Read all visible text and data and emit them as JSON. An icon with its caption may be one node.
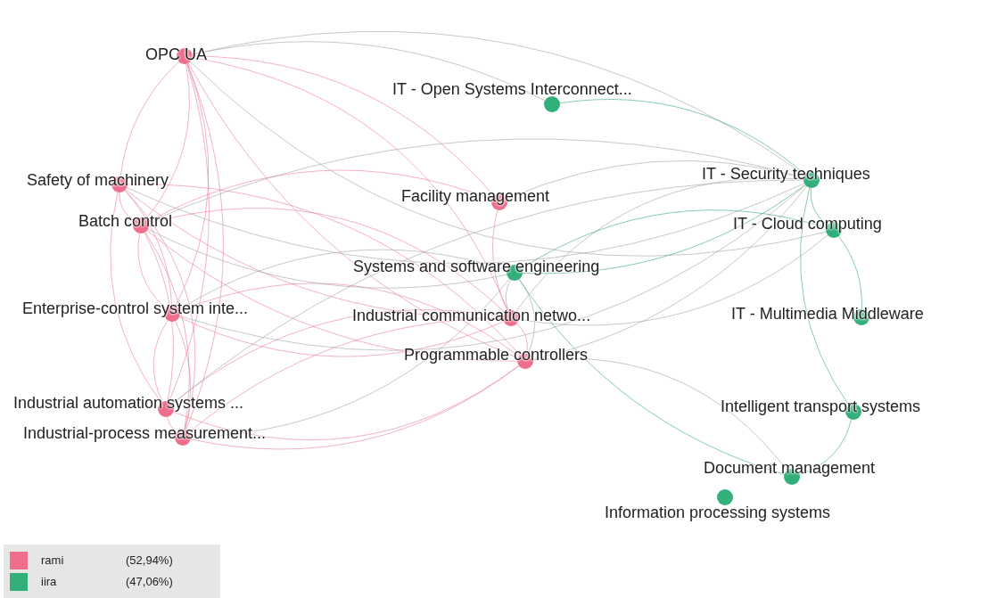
{
  "diagram": {
    "nodes": [
      {
        "text": [
          "OPC UA"
        ]
      },
      {
        "text": [
          "IT - Open Systems Interconnect..."
        ]
      },
      {
        "text": [
          "Safety of machinery"
        ]
      },
      {
        "text": [
          "Facility management"
        ]
      },
      {
        "text": [
          "IT - Security techniques"
        ]
      },
      {
        "text": [
          "Batch control"
        ]
      },
      {
        "text": [
          "IT - Cloud computing"
        ]
      },
      {
        "text": [
          "Systems and software engineering"
        ]
      },
      {
        "text": [
          "Enterprise-control system inte..."
        ]
      },
      {
        "text": [
          "Industrial communication netwo..."
        ]
      },
      {
        "text": [
          "IT - Multimedia Middleware"
        ]
      },
      {
        "text": [
          "Programmable controllers"
        ]
      },
      {
        "text": [
          "Intelligent transport systems"
        ]
      },
      {
        "text": [
          "Industrial automation systems ..."
        ]
      },
      {
        "text": [
          "Industrial-process measurement..."
        ]
      },
      {
        "text": [
          "Document management"
        ]
      },
      {
        "text": [
          "Information processing systems"
        ]
      }
    ],
    "edges": [
      {
        "from": 0,
        "to": 2,
        "arrow": "none"
      },
      {
        "from": 0,
        "to": 5,
        "arrow": "none"
      },
      {
        "from": 0,
        "to": 8,
        "arrow": "none"
      },
      {
        "from": 0,
        "to": 13,
        "arrow": "none"
      },
      {
        "from": 0,
        "to": 14,
        "arrow": "none"
      },
      {
        "from": 0,
        "to": 9,
        "arrow": "none"
      },
      {
        "from": 0,
        "to": 11,
        "arrow": "none"
      },
      {
        "from": 0,
        "to": 3,
        "arrow": "none"
      },
      {
        "from": 2,
        "to": 5,
        "arrow": "none"
      },
      {
        "from": 2,
        "to": 8,
        "arrow": "none"
      },
      {
        "from": 2,
        "to": 13,
        "arrow": "none"
      },
      {
        "from": 2,
        "to": 14,
        "arrow": "none"
      },
      {
        "from": 2,
        "to": 9,
        "arrow": "none"
      },
      {
        "from": 2,
        "to": 11,
        "arrow": "none"
      },
      {
        "from": 5,
        "to": 8,
        "arrow": "none"
      },
      {
        "from": 5,
        "to": 13,
        "arrow": "none"
      },
      {
        "from": 5,
        "to": 14,
        "arrow": "none"
      },
      {
        "from": 5,
        "to": 9,
        "arrow": "none"
      },
      {
        "from": 5,
        "to": 11,
        "arrow": "none"
      },
      {
        "from": 5,
        "to": 3,
        "arrow": "none"
      },
      {
        "from": 8,
        "to": 13,
        "arrow": "none"
      },
      {
        "from": 8,
        "to": 14,
        "arrow": "none"
      },
      {
        "from": 8,
        "to": 9,
        "arrow": "none"
      },
      {
        "from": 8,
        "to": 11,
        "arrow": "none"
      },
      {
        "from": 13,
        "to": 14,
        "arrow": "none"
      },
      {
        "from": 13,
        "to": 9,
        "arrow": "none"
      },
      {
        "from": 13,
        "to": 11,
        "arrow": "none"
      },
      {
        "from": 14,
        "to": 9,
        "arrow": "none"
      },
      {
        "from": 14,
        "to": 11,
        "arrow": "none"
      },
      {
        "from": 9,
        "to": 11,
        "arrow": "none"
      },
      {
        "from": 3,
        "to": 9,
        "arrow": "none"
      },
      {
        "from": 0,
        "to": 4,
        "arrow": "none",
        "color": "#a3a3a3"
      },
      {
        "from": 0,
        "to": 6,
        "arrow": "none",
        "color": "#a3a3a3"
      },
      {
        "from": 0,
        "to": 1,
        "arrow": "none",
        "color": "#a3a3a3"
      },
      {
        "from": 2,
        "to": 4,
        "arrow": "none",
        "color": "#a3a3a3"
      },
      {
        "from": 5,
        "to": 4,
        "arrow": "none",
        "color": "#a3a3a3"
      },
      {
        "from": 5,
        "to": 7,
        "arrow": "none",
        "color": "#a3a3a3"
      },
      {
        "from": 8,
        "to": 7,
        "arrow": "none",
        "color": "#a3a3a3"
      },
      {
        "from": 8,
        "to": 4,
        "arrow": "none",
        "color": "#a3a3a3"
      },
      {
        "from": 13,
        "to": 4,
        "arrow": "none",
        "color": "#a3a3a3"
      },
      {
        "from": 14,
        "to": 7,
        "arrow": "none",
        "color": "#a3a3a3"
      },
      {
        "from": 9,
        "to": 4,
        "arrow": "none",
        "color": "#a3a3a3"
      },
      {
        "from": 11,
        "to": 4,
        "arrow": "none",
        "color": "#a3a3a3"
      },
      {
        "from": 9,
        "to": 7,
        "arrow": "none",
        "color": "#a3a3a3"
      },
      {
        "from": 11,
        "to": 7,
        "arrow": "none",
        "color": "#a3a3a3"
      },
      {
        "from": 3,
        "to": 4,
        "arrow": "none",
        "color": "#a3a3a3"
      },
      {
        "from": 9,
        "to": 6,
        "arrow": "none",
        "color": "#a3a3a3"
      },
      {
        "from": 11,
        "to": 15,
        "arrow": "none",
        "color": "#a3a3a3"
      },
      {
        "from": 7,
        "to": 4,
        "arrow": "none",
        "color": "#3aa876"
      },
      {
        "from": 7,
        "to": 6,
        "arrow": "none",
        "color": "#3aa876"
      },
      {
        "from": 4,
        "to": 6,
        "arrow": "none",
        "color": "#3aa876"
      },
      {
        "from": 6,
        "to": 10,
        "arrow": "none",
        "color": "#3aa876"
      },
      {
        "from": 4,
        "to": 12,
        "arrow": "none",
        "color": "#3aa876"
      },
      {
        "from": 12,
        "to": 15,
        "arrow": "none",
        "color": "#3aa876"
      },
      {
        "from": 7,
        "to": 15,
        "arrow": "none",
        "color": "#3aa876"
      },
      {
        "from": 1,
        "to": 4,
        "arrow": "none",
        "color": "#3aa876"
      }
    ],
    "labels": [
      "(52,94%)",
      "(47,06%)"
    ],
    "legend": [
      {
        "text": "rami",
        "color": "#ee6e8c"
      },
      {
        "text": "iira",
        "color": "#33b07a"
      }
    ]
  }
}
